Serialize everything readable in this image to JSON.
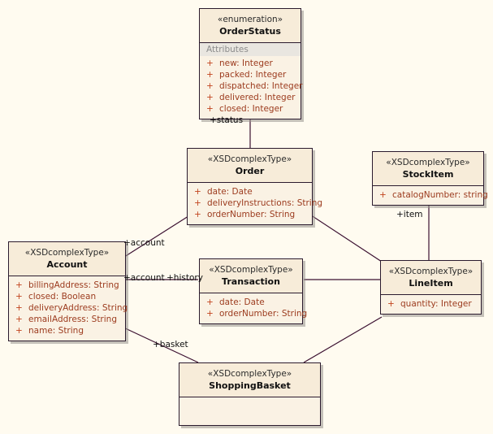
{
  "diagram": {
    "type": "uml-class-diagram",
    "background_color": "#FFFBF0",
    "class_fill_color": "#F7ECD9",
    "class_border_color": "#2B1B2E",
    "attribute_text_color": "#9C3B1E",
    "connector_color": "#3B1030"
  },
  "classes": [
    {
      "id": "orderstatus",
      "stereotype": "«enumeration»",
      "name": "OrderStatus",
      "compartment_title": "Attributes",
      "attributes": [
        {
          "visibility": "+",
          "text": "new:  Integer"
        },
        {
          "visibility": "+",
          "text": "packed:  Integer"
        },
        {
          "visibility": "+",
          "text": "dispatched:  Integer"
        },
        {
          "visibility": "+",
          "text": "delivered:  Integer"
        },
        {
          "visibility": "+",
          "text": "closed:  Integer"
        }
      ]
    },
    {
      "id": "order",
      "stereotype": "«XSDcomplexType»",
      "name": "Order",
      "attributes": [
        {
          "visibility": "+",
          "text": "date:  Date"
        },
        {
          "visibility": "+",
          "text": "deliveryInstructions:  String"
        },
        {
          "visibility": "+",
          "text": "orderNumber:  String"
        }
      ]
    },
    {
      "id": "stockitem",
      "stereotype": "«XSDcomplexType»",
      "name": "StockItem",
      "attributes": [
        {
          "visibility": "+",
          "text": "catalogNumber:  string"
        }
      ]
    },
    {
      "id": "account",
      "stereotype": "«XSDcomplexType»",
      "name": "Account",
      "attributes": [
        {
          "visibility": "+",
          "text": "billingAddress:  String"
        },
        {
          "visibility": "+",
          "text": "closed:  Boolean"
        },
        {
          "visibility": "+",
          "text": "deliveryAddress:  String"
        },
        {
          "visibility": "+",
          "text": "emailAddress:  String"
        },
        {
          "visibility": "+",
          "text": "name:  String"
        }
      ]
    },
    {
      "id": "transaction",
      "stereotype": "«XSDcomplexType»",
      "name": "Transaction",
      "attributes": [
        {
          "visibility": "+",
          "text": "date:  Date"
        },
        {
          "visibility": "+",
          "text": "orderNumber:  String"
        }
      ]
    },
    {
      "id": "lineitem",
      "stereotype": "«XSDcomplexType»",
      "name": "LineItem",
      "attributes": [
        {
          "visibility": "+",
          "text": "quantity:  Integer"
        }
      ]
    },
    {
      "id": "shoppingbasket",
      "stereotype": "«XSDcomplexType»",
      "name": "ShoppingBasket",
      "attributes": []
    }
  ],
  "association_labels": [
    {
      "id": "status",
      "text": "+status"
    },
    {
      "id": "item",
      "text": "+item"
    },
    {
      "id": "account-top",
      "text": "+account"
    },
    {
      "id": "account-mid",
      "text": "+account"
    },
    {
      "id": "history",
      "text": "+history"
    },
    {
      "id": "basket",
      "text": "+basket"
    }
  ]
}
